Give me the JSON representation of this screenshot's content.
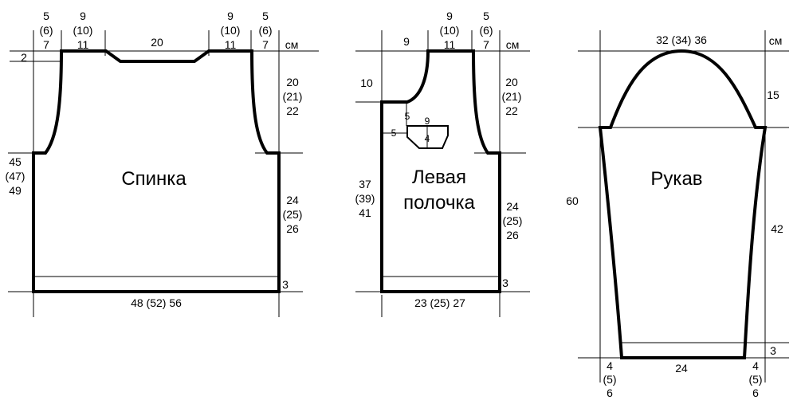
{
  "unit": "см",
  "back": {
    "title": "Спинка",
    "shoulder": [
      "5",
      "(6)",
      "7"
    ],
    "neck_side": [
      "9",
      "(10)",
      "11"
    ],
    "neck_width": "20",
    "neck_depth": "2",
    "armhole": [
      "20",
      "(21)",
      "22"
    ],
    "side": [
      "24",
      "(25)",
      "26"
    ],
    "length": [
      "45",
      "(47)",
      "49"
    ],
    "hem": "3",
    "width": "48 (52) 56"
  },
  "front": {
    "title_line1": "Левая",
    "title_line2": "полочка",
    "neck_width": "9",
    "neck_depth": "10",
    "shoulder_top": [
      "9",
      "(10)",
      "11"
    ],
    "shoulder": [
      "5",
      "(6)",
      "7"
    ],
    "armhole": [
      "20",
      "(21)",
      "22"
    ],
    "side": [
      "24",
      "(25)",
      "26"
    ],
    "length": [
      "37",
      "(39)",
      "41"
    ],
    "hem": "3",
    "width": "23 (25) 27",
    "pocket": {
      "top_offset": "5",
      "side_offset": "5",
      "width": "9",
      "depth": "4"
    }
  },
  "sleeve": {
    "title": "Рукав",
    "cap_width": "32 (34) 36",
    "cap_height": "15",
    "length_total": "60",
    "length_lower": "42",
    "cuff": "3",
    "cuff_width": "24",
    "taper_left": [
      "4",
      "(5)",
      "6"
    ],
    "taper_right": [
      "4",
      "(5)",
      "6"
    ]
  }
}
